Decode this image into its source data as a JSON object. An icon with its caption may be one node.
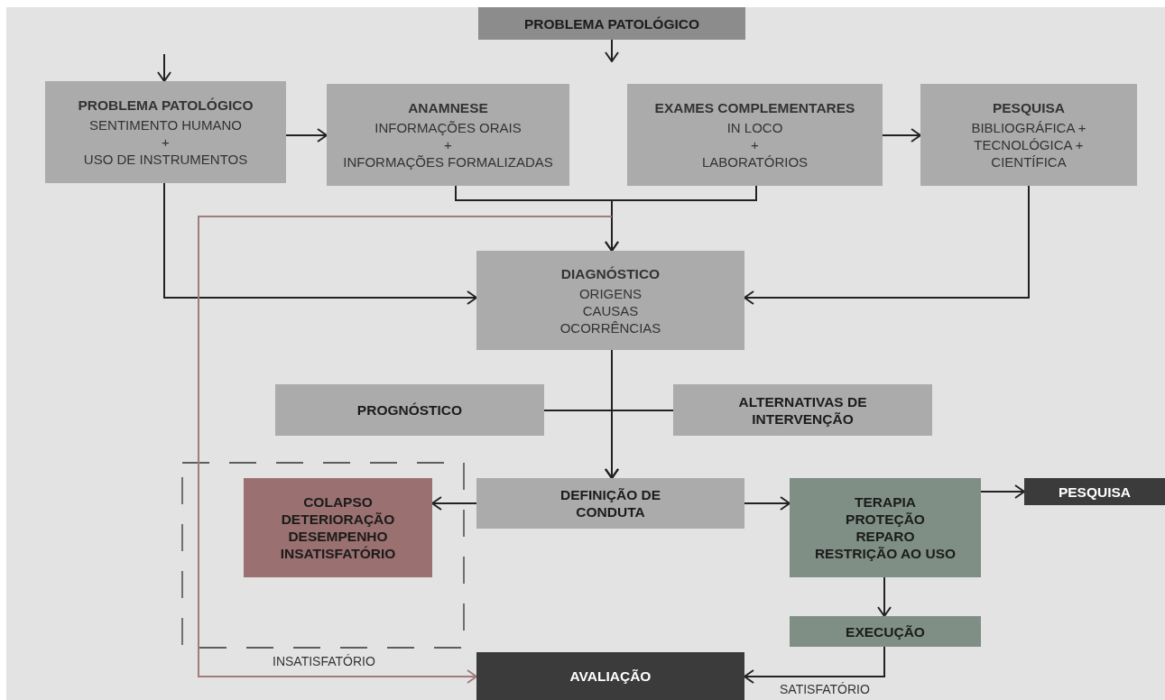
{
  "diagram": {
    "nodes": [
      {
        "text": [
          "PROBLEMA PATOLÓGICO"
        ]
      },
      {
        "text": [
          "PROBLEMA PATOLÓGICO",
          "SENTIMENTO HUMANO",
          "+",
          "USO DE INSTRUMENTOS"
        ]
      },
      {
        "text": [
          "ANAMNESE",
          "INFORMAÇÕES ORAIS",
          "+",
          "INFORMAÇÕES FORMALIZADAS"
        ]
      },
      {
        "text": [
          "EXAMES COMPLEMENTARES",
          "IN LOCO",
          "+",
          "LABORATÓRIOS"
        ]
      },
      {
        "text": [
          "PESQUISA",
          "BIBLIOGRÁFICA + TECNOLÓGICA + CIENTÍFICA"
        ]
      },
      {
        "text": [
          "DIAGNÓSTICO",
          "ORIGENS",
          "CAUSAS",
          "OCORRÊNCIAS"
        ]
      },
      {
        "text": [
          "PROGNÓSTICO"
        ]
      },
      {
        "text": [
          "ALTERNATIVAS DE INTERVENÇÃO"
        ]
      },
      {
        "text": [
          "COLAPSO",
          "DETERIORAÇÃO",
          "DESEMPENHO INSATISFATÓRIO"
        ]
      },
      {
        "text": [
          "DEFINIÇÃO DE CONDUTA"
        ]
      },
      {
        "text": [
          "TERAPIA",
          "PROTEÇÃO",
          "REPARO",
          "RESTRIÇÃO AO USO"
        ]
      },
      {
        "text": [
          "PESQUISA"
        ]
      },
      {
        "text": [
          "EXECUÇÃO"
        ]
      },
      {
        "text": [
          "AVALIAÇÃO"
        ]
      }
    ],
    "edges": [
      {
        "from": null,
        "to": 1,
        "arrow": "to"
      },
      {
        "from": 0,
        "to": null,
        "arrow": "to"
      },
      {
        "from": 1,
        "to": 2,
        "arrow": "to"
      },
      {
        "from": 3,
        "to": 4,
        "arrow": "to"
      },
      {
        "from": 2,
        "to": 5,
        "arrow": "to"
      },
      {
        "from": 3,
        "to": 5,
        "arrow": "to"
      },
      {
        "from": 1,
        "to": 5,
        "arrow": "to"
      },
      {
        "from": 4,
        "to": 5,
        "arrow": "to"
      },
      {
        "from": 5,
        "to": 9,
        "arrow": "to"
      },
      {
        "from": 6,
        "to": 9,
        "arrow": "to"
      },
      {
        "from": 7,
        "to": 9,
        "arrow": "to"
      },
      {
        "from": 9,
        "to": 8,
        "arrow": "to"
      },
      {
        "from": 9,
        "to": 10,
        "arrow": "to"
      },
      {
        "from": 10,
        "to": 11,
        "arrow": "to"
      },
      {
        "from": 10,
        "to": 12,
        "arrow": "to"
      },
      {
        "from": 12,
        "to": 13,
        "arrow": "to",
        "label": "SATISFATÓRIO"
      },
      {
        "from": null,
        "to": 13,
        "arrow": "to",
        "label": "INSATISFATÓRIO",
        "color": "#a07c7c"
      }
    ]
  }
}
